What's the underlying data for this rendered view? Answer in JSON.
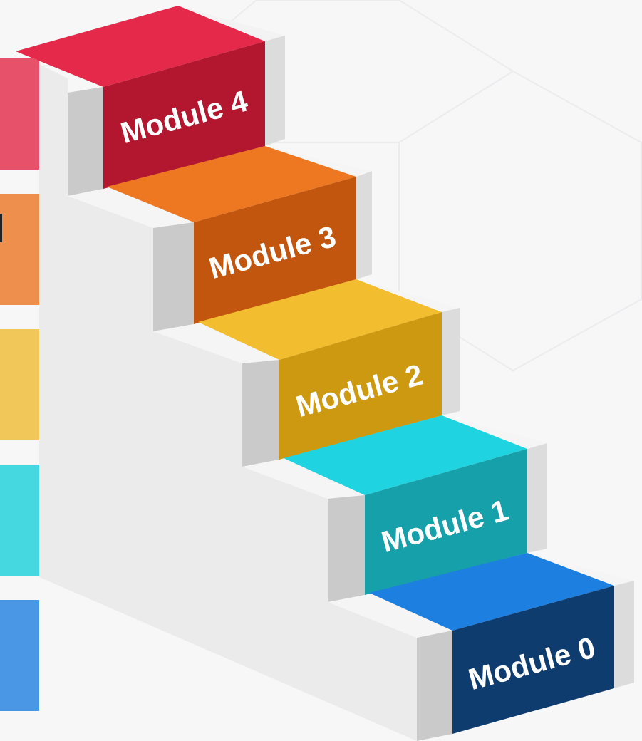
{
  "steps": [
    {
      "label": "Module 0",
      "front_color": "#0f3c6e",
      "top_color": "#1d7fe0",
      "tab_color": "#4a97e6"
    },
    {
      "label": "Module 1",
      "front_color": "#16a0aa",
      "top_color": "#1fd4e0",
      "tab_color": "#45d8e0"
    },
    {
      "label": "Module 2",
      "front_color": "#cc9910",
      "top_color": "#f2bd2e",
      "tab_color": "#f2c75a"
    },
    {
      "label": "Module 3",
      "front_color": "#c2560e",
      "top_color": "#ee7722",
      "tab_color": "#ef8f4e"
    },
    {
      "label": "Module 4",
      "front_color": "#b3162f",
      "top_color": "#e5294b",
      "tab_color": "#e7526a"
    }
  ],
  "colors": {
    "background": "#f7f7f8",
    "stair_side": "#ebebeb",
    "stair_top": "#f5f5f5",
    "stair_shadow": "#cacaca",
    "stair_light_edge": "#dcdcdc"
  }
}
